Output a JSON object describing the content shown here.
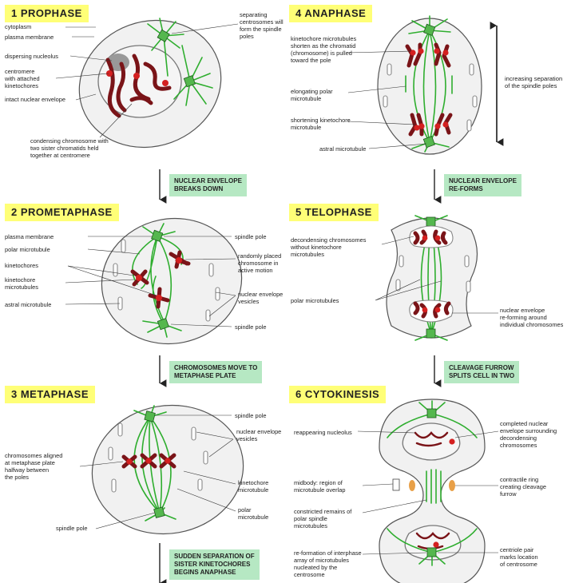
{
  "phases": {
    "p1": "1  PROPHASE",
    "p2": "2  PROMETAPHASE",
    "p3": "3  METAPHASE",
    "p4": "4  ANAPHASE",
    "p5": "5  TELOPHASE",
    "p6": "6  CYTOKINESIS"
  },
  "prophase": {
    "cytoplasm": "cytoplasm",
    "plasma_membrane": "plasma membrane",
    "dispersing_nucleolus": "dispersing nucleolus",
    "centromere": "centromere\nwith attached\nkinetochores",
    "intact_envelope": "intact nuclear envelope",
    "condensing": "condensing chromosome with\ntwo sister chromatids held\ntogether at centromere",
    "separating": "separating\ncentrosomes will\nform the spindle\npoles"
  },
  "prometaphase": {
    "plasma_membrane": "plasma membrane",
    "polar_mt": "polar microtubule",
    "kinetochores": "kinetochores",
    "kinetochore_mt": "kinetochore\nmicrotubules",
    "astral_mt": "astral microtubule",
    "spindle_pole_top": "spindle pole",
    "random_chrom": "randomly placed\nchromosome in\nactive motion",
    "envelope_vesicles": "nuclear envelope\nvesicles",
    "spindle_pole_bottom": "spindle pole"
  },
  "metaphase": {
    "aligned": "chromosomes aligned\nat metaphase plate\nhalfway between\nthe poles",
    "spindle_pole_bottom": "spindle pole",
    "spindle_pole_top": "spindle pole",
    "envelope_vesicles": "nuclear envelope\nvesicles",
    "kinetochore_mt": "kinetochore\nmicrotubule",
    "polar_mt": "polar\nmicrotubule"
  },
  "anaphase": {
    "kinetochore_shorten": "kinetochore microtubules\nshorten as the chromatid\n(chromosome) is pulled\ntoward the pole",
    "elongating": "elongating polar\nmicrotubule",
    "shortening": "shortening kinetochore\nmicrotubule",
    "astral": "astral microtubule",
    "increasing": "increasing separation\nof the spindle poles"
  },
  "telophase": {
    "decondensing": "decondensing chromosomes\nwithout kinetochore\nmicrotubules",
    "polar_mts": "polar microtubules",
    "reforming": "nuclear envelope\nre-forming around\nindividual chromosomes"
  },
  "cytokinesis": {
    "reappearing": "reappearing nucleolus",
    "completed": "completed nuclear\nenvelope surrounding\ndecondensing\nchromosomes",
    "midbody": "midbody: region of\nmicrotubule overlap",
    "contractile": "contractile ring\ncreating cleavage\nfurrow",
    "constricted": "constricted remains of\npolar spindle\nmicrotubules",
    "centriole": "centriole pair\nmarks location\nof centrosome",
    "reformation": "re-formation of interphase\narray of microtubules\nnucleated by the\ncentrosome"
  },
  "transitions": {
    "t1": "NUCLEAR ENVELOPE\nBREAKS DOWN",
    "t2": "CHROMOSOMES MOVE TO\nMETAPHASE PLATE",
    "t3": "SUDDEN SEPARATION OF\nSISTER KINETOCHORES\nBEGINS ANAPHASE",
    "t4": "NUCLEAR ENVELOPE\nRE-FORMS",
    "t5": "CLEAVAGE FURROW\nSPLITS CELL IN TWO"
  },
  "colors": {
    "title_bg": "#ffff77",
    "note_bg": "#b6e8c3",
    "microtubule": "#2fae2f",
    "chromosome": "#7a1418",
    "kinetochore": "#d42020"
  }
}
